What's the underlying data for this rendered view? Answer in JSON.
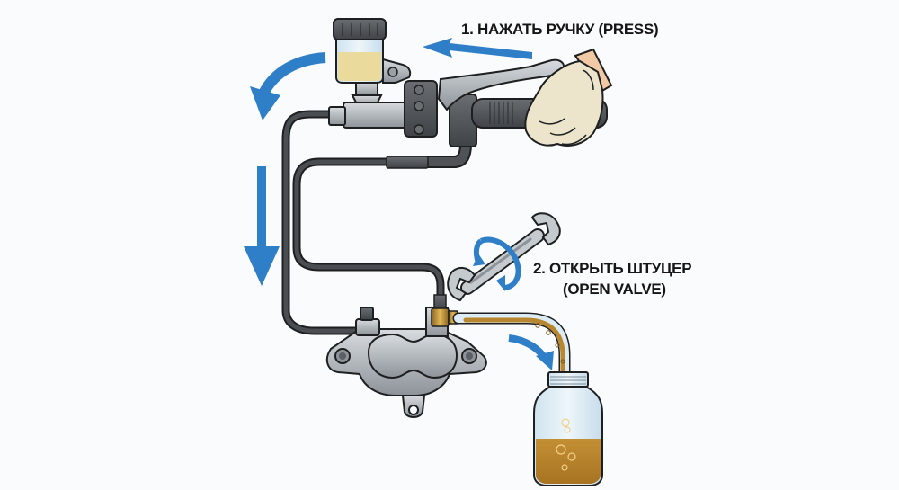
{
  "diagram": {
    "title": "Brake bleeding procedure",
    "steps": [
      {
        "number": 1,
        "label": "1. НАЖАТЬ РУЧКУ (PRESS)"
      },
      {
        "number": 2,
        "label_line1": "2. ОТКРЫТЬ ШТУЦЕР",
        "label_line2": "(OPEN VALVE)"
      }
    ],
    "components": [
      "master-cylinder-reservoir",
      "brake-lever",
      "handlebar-grip",
      "gloved-hand",
      "brake-hose",
      "brake-caliper",
      "bleed-valve",
      "wrench",
      "bleed-tube",
      "collection-jar"
    ],
    "flow_direction": "reservoir-to-caliper-to-jar",
    "colors": {
      "arrow": "#2e7ec8",
      "fluid": "#b7862e",
      "reservoir_fluid": "#eadb9c",
      "hose": "#3a3d40",
      "metal": "#b5babf",
      "glove": "#ece5cc",
      "background": "#fafbfc"
    }
  }
}
